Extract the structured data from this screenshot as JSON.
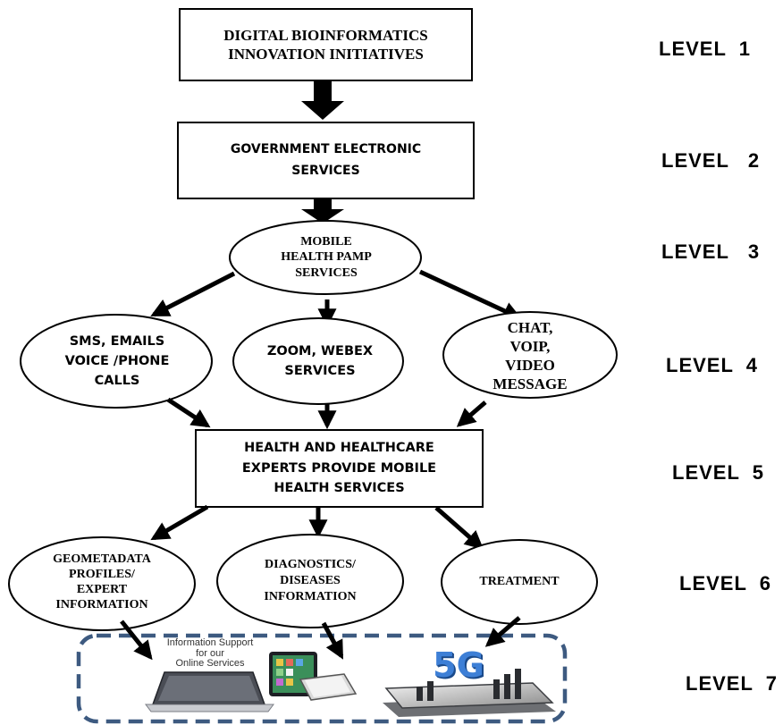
{
  "nodes": {
    "l1": "DIGITAL BIOINFORMATICS\nINNOVATION INITIATIVES",
    "l2": "GOVERNMENT ELECTRONIC\nSERVICES",
    "l3": "MOBILE\nHEALTH PAMP\nSERVICES",
    "l4a": "SMS, EMAILS\nVOICE /PHONE\nCALLS",
    "l4b": "ZOOM, WEBEX\nSERVICES",
    "l4c": "CHAT,\nVOIP,\nVIDEO\nMESSAGE",
    "l5": "HEALTH AND HEALTHCARE\nEXPERTS PROVIDE MOBILE\nHEALTH SERVICES",
    "l6a": "GEOMETADATA\nPROFILES/\nEXPERT\nINFORMATION",
    "l6b": "DIAGNOSTICS/\nDISEASES\nINFORMATION",
    "l6c": "TREATMENT"
  },
  "levels": [
    "LEVEL  1",
    "LEVEL   2",
    "LEVEL   3",
    "LEVEL  4",
    "LEVEL  5",
    "LEVEL  6",
    "LEVEL  7"
  ],
  "images": {
    "caption": "Information Support\nfor our\nOnline Services",
    "badge": "5G"
  },
  "colors": {
    "line": "#000000",
    "dashed_border": "#3d5a80"
  }
}
